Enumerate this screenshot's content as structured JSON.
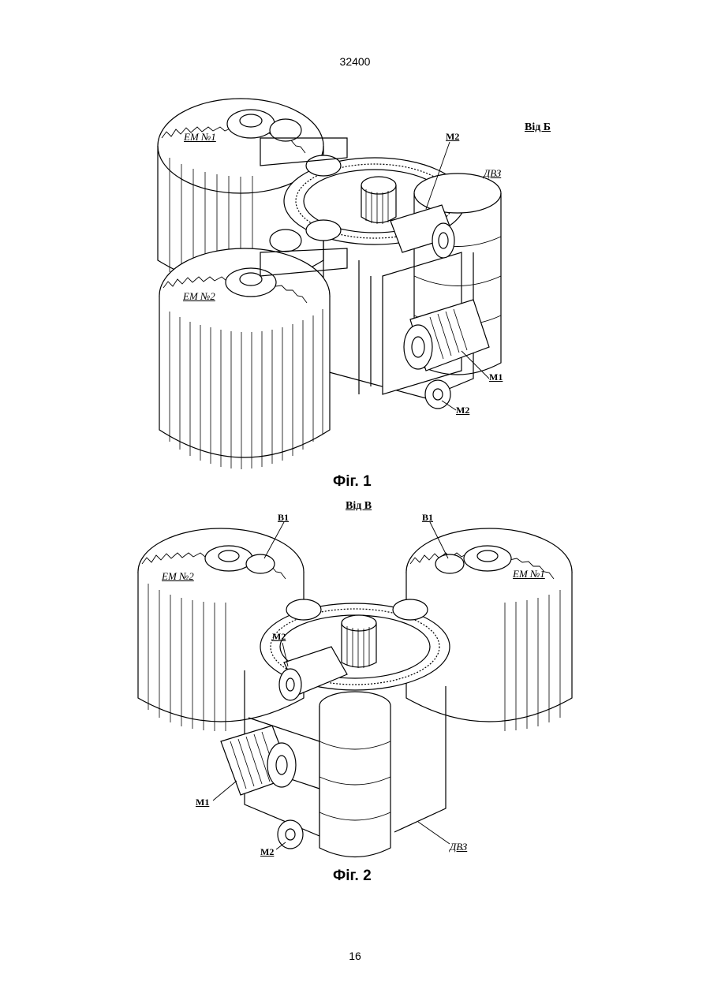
{
  "header": {
    "document_number": "32400"
  },
  "figures": [
    {
      "caption": "Фіг. 1",
      "view_label": "Від Б",
      "labels": {
        "em2_top": "ЕМ №1",
        "em2_front": "ЕМ №2",
        "dv": "ДВЗ",
        "m2_top": "M2",
        "m1": "M1",
        "m2_bottom": "M2"
      }
    },
    {
      "caption": "Фіг. 2",
      "view_label": "Від В",
      "labels": {
        "b1_left": "В1",
        "b1_right": "В1",
        "em_left": "ЕМ №2",
        "em_right": "ЕМ №1",
        "m2_top": "M2",
        "m1": "M1",
        "m2_bottom": "M2",
        "dv": "ДВЗ"
      }
    }
  ],
  "footer": {
    "page_number": "16"
  }
}
